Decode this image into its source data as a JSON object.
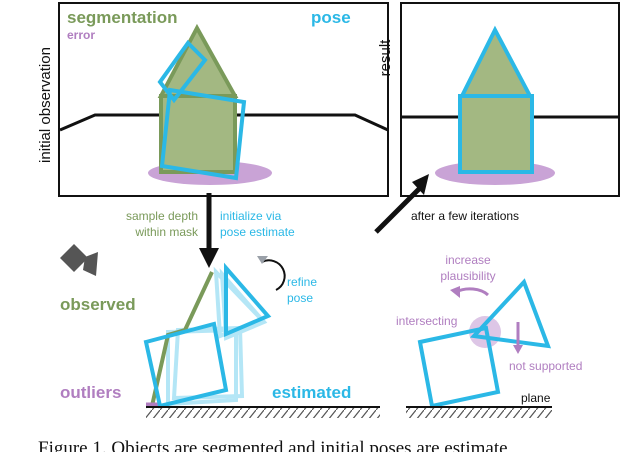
{
  "panel_top_left": {
    "label_segmentation": "segmentation",
    "label_error": "error",
    "label_pose": "pose",
    "side_label": "initial observation"
  },
  "panel_top_right": {
    "side_label": "result"
  },
  "arrows": {
    "sample_depth_line1": "sample depth",
    "sample_depth_line2": "within mask",
    "init_line1": "initialize via",
    "init_line2": "pose estimate",
    "after_iterations": "after a few iterations"
  },
  "bottom_left": {
    "observed": "observed",
    "outliers": "outliers",
    "estimated": "estimated",
    "refine_line1": "refine",
    "refine_line2": "pose"
  },
  "bottom_right": {
    "increase_line1": "increase",
    "increase_line2": "plausibility",
    "intersecting": "intersecting",
    "not_supported": "not supported",
    "plane": "plane"
  },
  "caption": "Figure 1. Objects are segmented and initial poses are estimate",
  "colors": {
    "green": "#7a9a5a",
    "green_fill": "#a3b882",
    "cyan": "#2bb8e6",
    "purple": "#b07ec0",
    "purple_fill": "#c9a3d6",
    "dark": "#222222"
  }
}
